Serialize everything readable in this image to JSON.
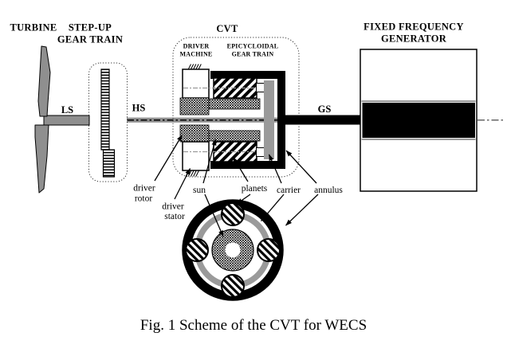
{
  "diagram": {
    "turbine": {
      "title": "TURBINE",
      "shaft_label": "LS"
    },
    "step_up": {
      "title_line1": "STEP-UP",
      "title_line2": "GEAR TRAIN",
      "shaft_label": "HS"
    },
    "cvt": {
      "title": "CVT",
      "driver_machine": {
        "title_line1": "DRIVER",
        "title_line2": "MACHINE"
      },
      "epicycloidal": {
        "title_line1": "EPICYCLOIDAL",
        "title_line2": "GEAR TRAIN"
      },
      "shaft_label": "GS",
      "part_labels": {
        "driver_rotor_line1": "driver",
        "driver_rotor_line2": "rotor",
        "driver_stator_line1": "driver",
        "driver_stator_line2": "stator",
        "sun": "sun",
        "planets": "planets",
        "carrier": "carrier",
        "annulus": "annulus"
      }
    },
    "generator": {
      "title_line1": "FIXED FREQUENCY",
      "title_line2": "GENERATOR"
    },
    "caption": "Fig. 1 Scheme of the CVT for WECS",
    "colors": {
      "shaft_gray": "#8f8f8f",
      "carrier_gray": "#9a9a9a",
      "ink": "#000000",
      "background": "#ffffff"
    }
  }
}
